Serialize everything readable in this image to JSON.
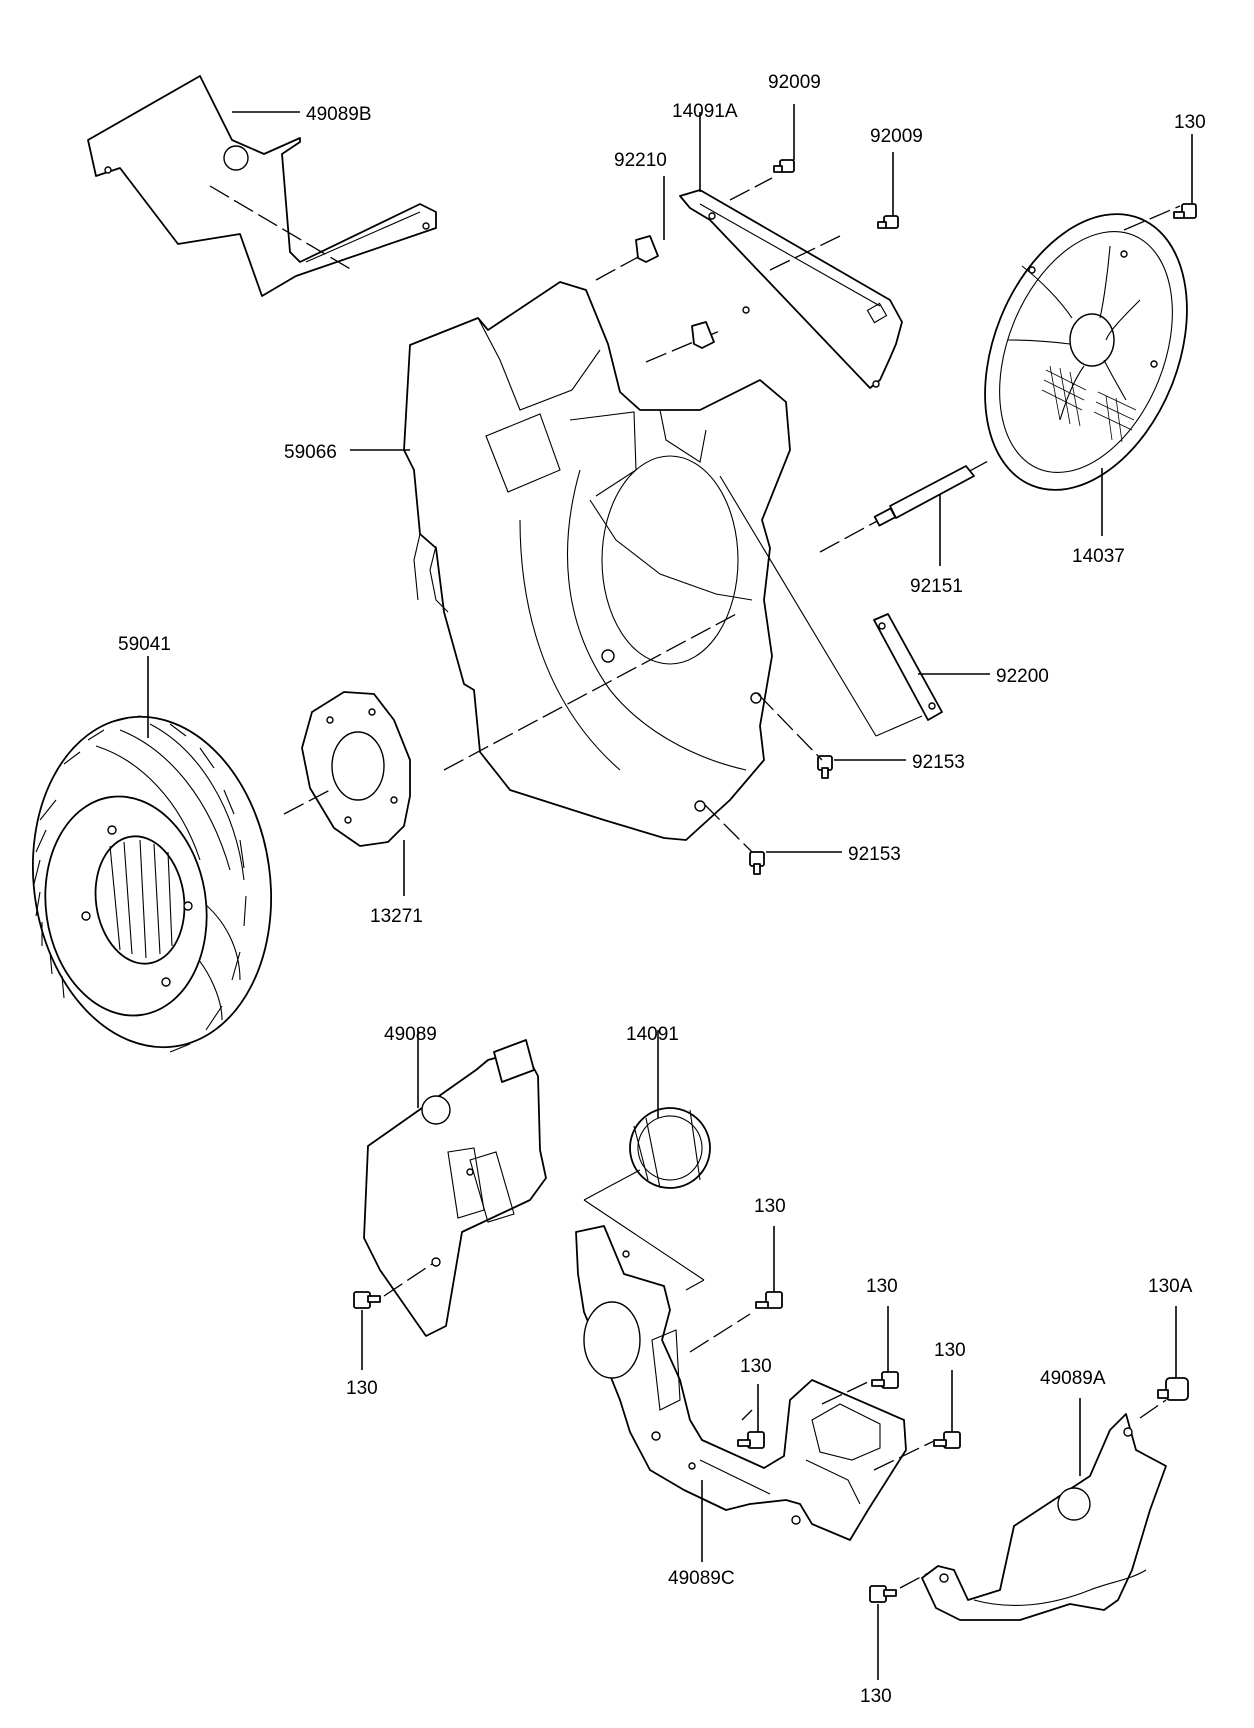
{
  "labels": {
    "l49089B": "49089B",
    "l14091A": "14091A",
    "l92009a": "92009",
    "l92009b": "92009",
    "l92210": "92210",
    "l130a": "130",
    "l59066": "59066",
    "l14037": "14037",
    "l92151": "92151",
    "l59041": "59041",
    "l92200": "92200",
    "l92153a": "92153",
    "l92153b": "92153",
    "l13271": "13271",
    "l49089": "49089",
    "l14091": "14091",
    "l130b": "130",
    "l130c": "130",
    "l130d": "130",
    "l130e": "130",
    "l130f": "130",
    "l130A": "130A",
    "l49089A": "49089A",
    "l49089C": "49089C",
    "l130g": "130"
  }
}
